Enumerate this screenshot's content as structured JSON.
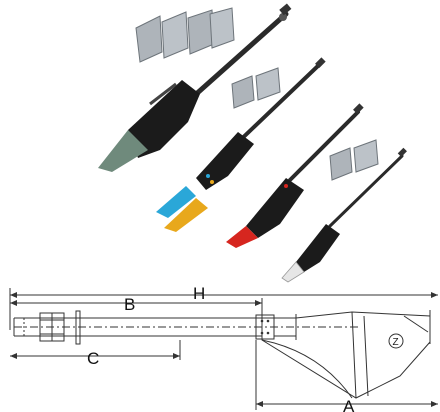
{
  "drawing": {
    "dimension_labels": {
      "H": "H",
      "B": "B",
      "C": "C",
      "A": "A"
    },
    "grounding_mark": "Z"
  },
  "colors": {
    "body_black": "#1b1b1b",
    "rod": "#2a2a2a",
    "tip_gray_green": "#6f8a7c",
    "cap_blue": "#2aa7d8",
    "cap_yellow": "#e8a81c",
    "tip_red": "#d6261f",
    "tip_white": "#e6e6e6",
    "clip_metal": "#aeb4ba",
    "line": "#333333"
  }
}
